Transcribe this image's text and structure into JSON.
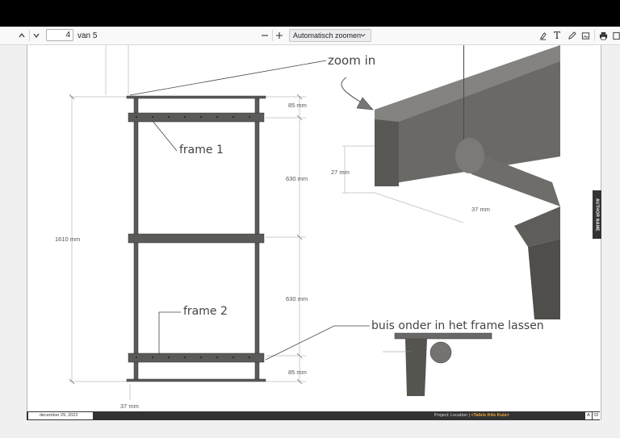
{
  "toolbar": {
    "page_current": "4",
    "page_total_label": "van 5",
    "zoom_label": "Automatisch zoomen"
  },
  "drawing": {
    "labels": {
      "zoom_in": "zoom in",
      "frame_1": "frame 1",
      "frame_2": "frame 2",
      "weld_note": "buis onder in het frame lassen"
    },
    "dimensions": {
      "total_height": "1610 mm",
      "top_gap": "85 mm",
      "upper_span": "630 mm",
      "lower_span": "630 mm",
      "bottom_gap": "85 mm",
      "tube_width": "37 mm",
      "detail_height": "27 mm",
      "detail_width": "37 mm"
    }
  },
  "footer": {
    "date": "december 29, 2022",
    "project_prefix": "Project: Location |",
    "project_name": "<Tafels frits Kuis>",
    "sheet_letter": "A",
    "sheet_number": "02"
  },
  "author_tab": "AUTHOR NAME"
}
